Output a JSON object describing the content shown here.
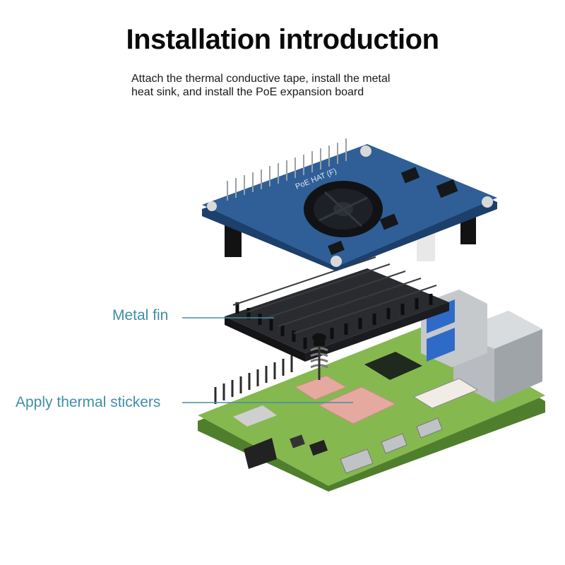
{
  "header": {
    "title": "Installation introduction",
    "subtitle_line1": "Attach the thermal conductive tape, install the metal",
    "subtitle_line2": "heat sink, and install the PoE expansion board"
  },
  "callouts": {
    "metal_fin": "Metal fin",
    "thermal_stickers": "Apply thermal stickers"
  },
  "board_label": "PoE HAT (F)",
  "colors": {
    "callout": "#3f8fa6",
    "hat_board": "#2f5f96",
    "pcb": "#7fb24a",
    "heatsink": "#1e1f22",
    "thermal_pad": "#e6a9a0"
  }
}
